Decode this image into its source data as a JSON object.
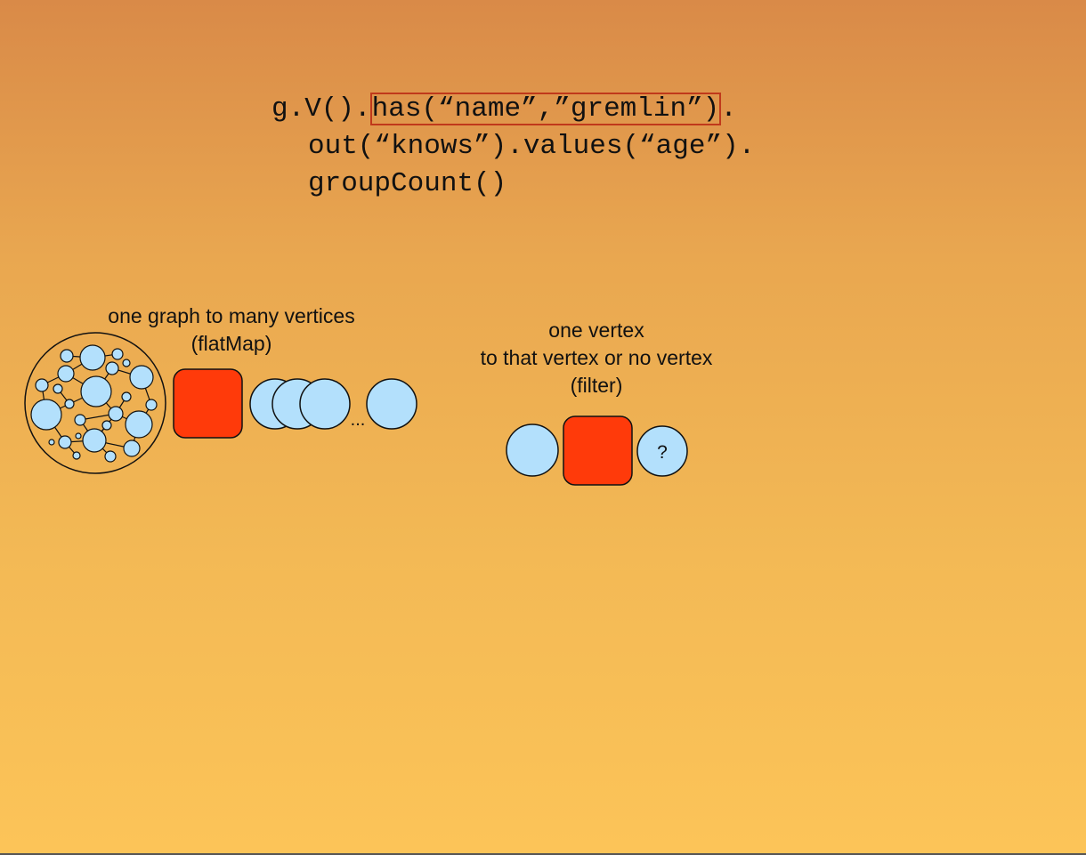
{
  "code": {
    "line1_prefix": "g.V().",
    "line1_highlight": "has(“name”,”gremlin”)",
    "line1_suffix": ".",
    "line2": "out(“knows”).values(“age”).",
    "line3": "groupCount()"
  },
  "flatmap": {
    "caption_line1": "one graph to many vertices",
    "caption_line2": "(flatMap)",
    "ellipsis": "..."
  },
  "filter": {
    "caption_line1": "one vertex",
    "caption_line2": "to that vertex or no vertex",
    "caption_line3": "(filter)",
    "question": "?"
  },
  "colors": {
    "vertex_fill": "#b3e0fc",
    "step_fill": "#ff3a0a",
    "highlight_border": "#c0391b"
  }
}
